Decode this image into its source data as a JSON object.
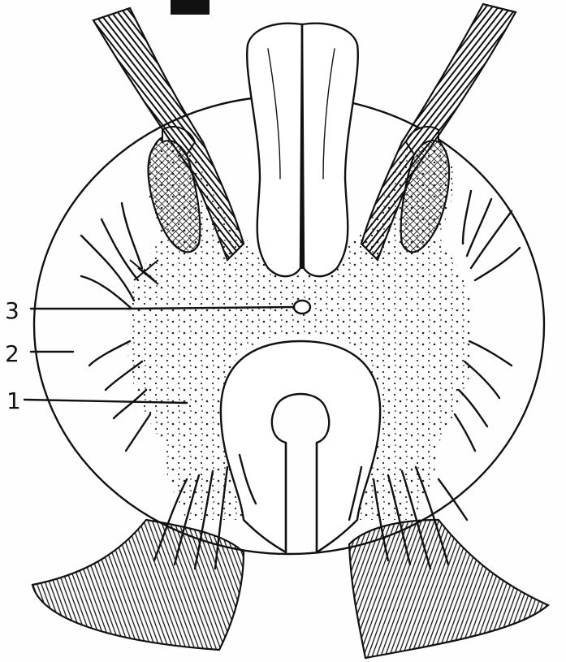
{
  "labels": {
    "one": "1",
    "two": "2",
    "three": "3"
  },
  "colors": {
    "ink": "#111111",
    "paper": "#fefefe"
  }
}
